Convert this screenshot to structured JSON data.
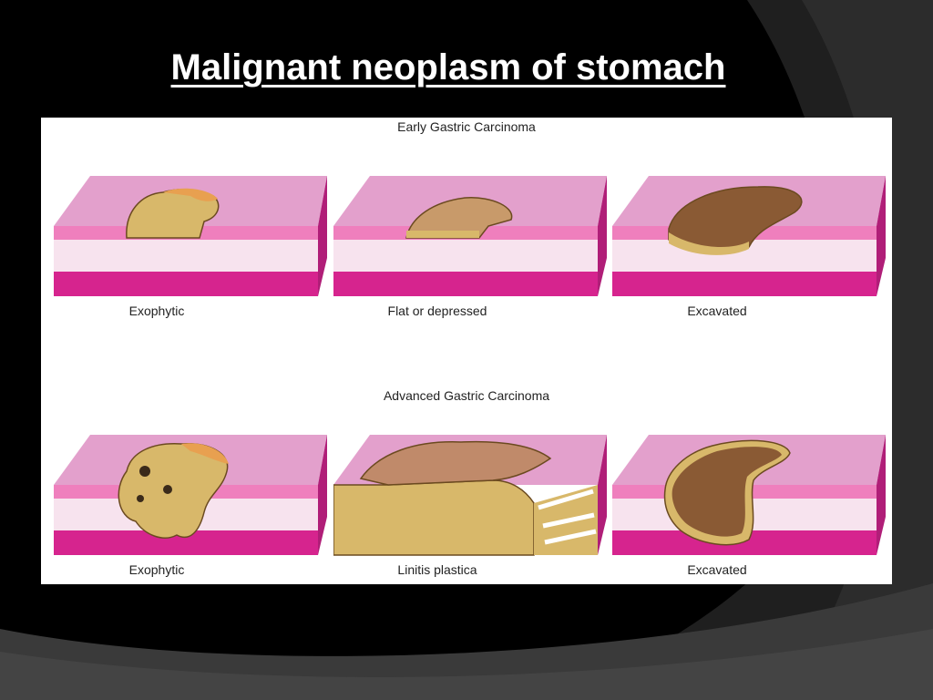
{
  "slide": {
    "title": "Malignant neoplasm of stomach"
  },
  "colors": {
    "background": "#000000",
    "panel": "#ffffff",
    "mucosa_top": "#e3a0cc",
    "mucosa_band": "#ef7fbd",
    "submucosa": "#f7e3ee",
    "muscle": "#d6248e",
    "tumor_tan": "#d8b86a",
    "tumor_brown": "#8a5a34"
  },
  "figure": {
    "early": {
      "title": "Early Gastric Carcinoma",
      "items": [
        {
          "label": "Exophytic",
          "icon": "exophytic-early-icon"
        },
        {
          "label": "Flat or depressed",
          "icon": "flat-depressed-icon"
        },
        {
          "label": "Excavated",
          "icon": "excavated-early-icon"
        }
      ]
    },
    "advanced": {
      "title": "Advanced Gastric Carcinoma",
      "items": [
        {
          "label": "Exophytic",
          "icon": "exophytic-advanced-icon"
        },
        {
          "label": "Linitis plastica",
          "icon": "linitis-plastica-icon"
        },
        {
          "label": "Excavated",
          "icon": "excavated-advanced-icon"
        }
      ]
    }
  }
}
